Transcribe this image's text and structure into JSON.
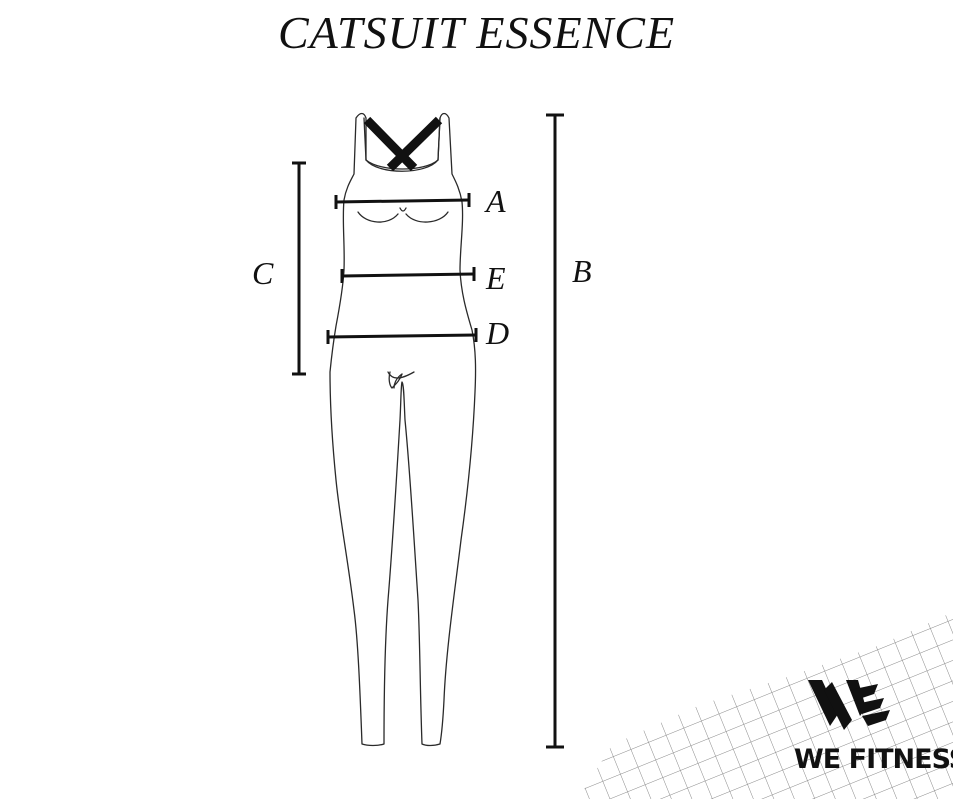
{
  "title": "CATSUIT ESSENCE",
  "measurements": {
    "a": "A",
    "b": "B",
    "c": "C",
    "d": "D",
    "e": "E"
  },
  "brand": {
    "name": "WE FITNESS",
    "logo_icon": "we-monogram-icon"
  },
  "colors": {
    "ink": "#111111",
    "outline": "#2a2a2a",
    "grid": "#8a8a8a"
  }
}
